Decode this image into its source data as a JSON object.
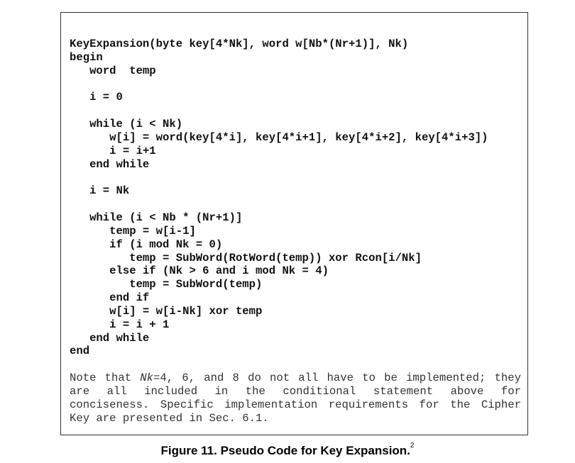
{
  "code_lines": [
    "KeyExpansion(byte key[4*Nk], word w[Nb*(Nr+1)], Nk)",
    "begin",
    "   word  temp",
    "",
    "   i = 0",
    "",
    "   while (i < Nk)",
    "      w[i] = word(key[4*i], key[4*i+1], key[4*i+2], key[4*i+3])",
    "      i = i+1",
    "   end while",
    "",
    "   i = Nk",
    "",
    "   while (i < Nb * (Nr+1)]",
    "      temp = w[i-1]",
    "      if (i mod Nk = 0)",
    "         temp = SubWord(RotWord(temp)) xor Rcon[i/Nk]",
    "      else if (Nk > 6 and i mod Nk = 4)",
    "         temp = SubWord(temp)",
    "      end if",
    "      w[i] = w[i-Nk] xor temp",
    "      i = i + 1",
    "   end while",
    "end"
  ],
  "note": {
    "prefix": "Note that ",
    "italic": "Nk",
    "rest": "=4, 6, and 8 do not all have to be implemented; they are all included in the conditional statement above for conciseness.  Specific implementation requirements for the Cipher Key are presented in Sec. 6.1."
  },
  "caption": {
    "text": "Figure 11.  Pseudo Code for Key Expansion.",
    "footnote": "2"
  }
}
